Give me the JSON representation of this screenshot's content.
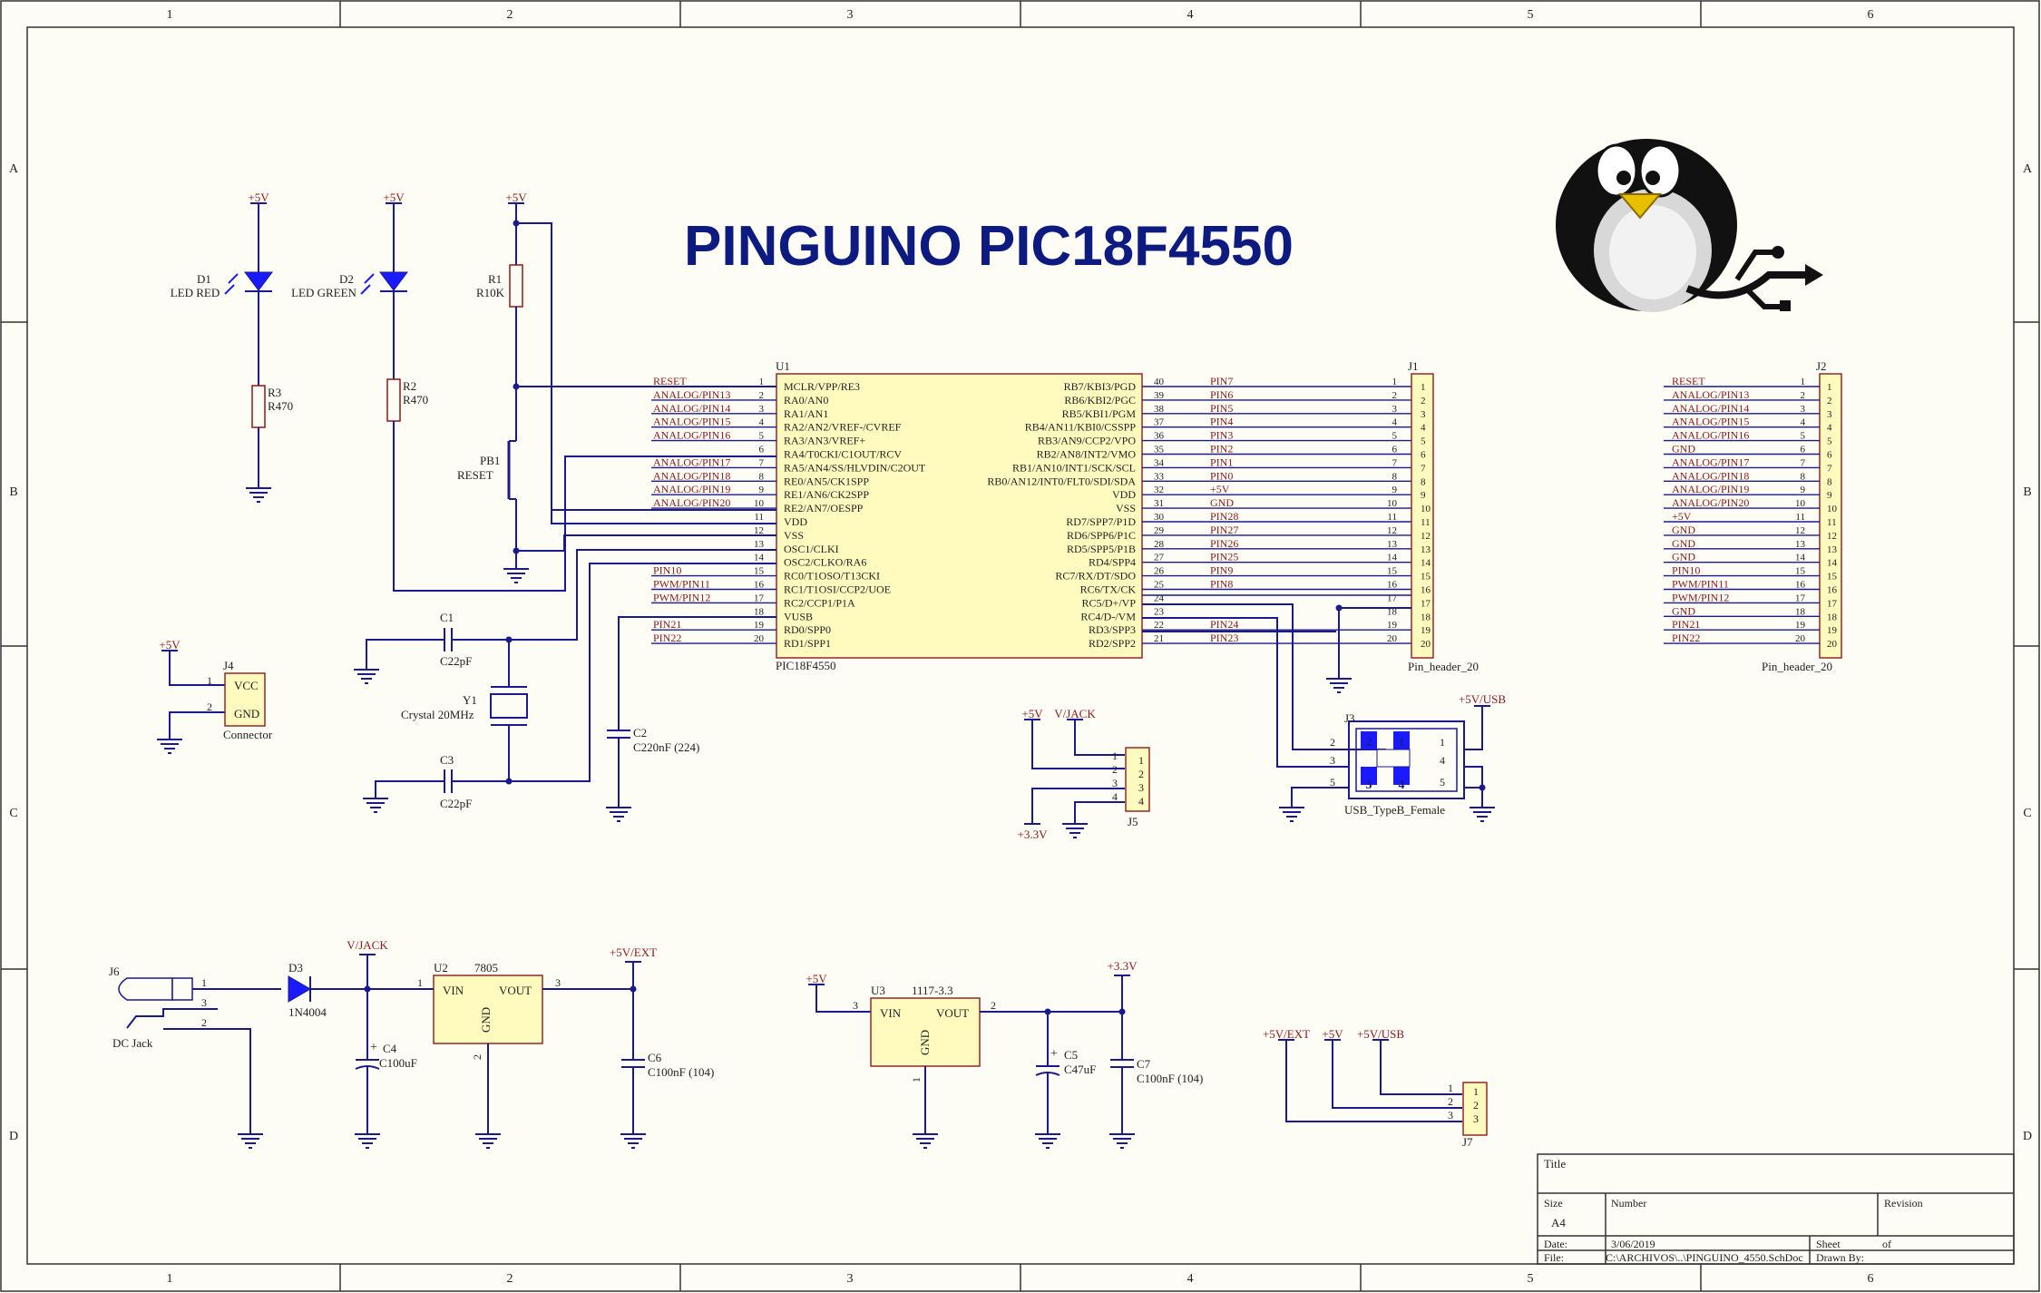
{
  "title": "PINGUINO PIC18F4550",
  "border": {
    "cols": [
      "1",
      "2",
      "3",
      "4",
      "5",
      "6"
    ],
    "rows": [
      "A",
      "B",
      "C",
      "D"
    ]
  },
  "u1": {
    "designator": "U1",
    "part": "PIC18F4550",
    "left_pins": [
      {
        "num": "1",
        "name": "MCLR/VPP/RE3",
        "net": "RESET"
      },
      {
        "num": "2",
        "name": "RA0/AN0",
        "net": "ANALOG/PIN13"
      },
      {
        "num": "3",
        "name": "RA1/AN1",
        "net": "ANALOG/PIN14"
      },
      {
        "num": "4",
        "name": "RA2/AN2/VREF-/CVREF",
        "net": "ANALOG/PIN15"
      },
      {
        "num": "5",
        "name": "RA3/AN3/VREF+",
        "net": "ANALOG/PIN16"
      },
      {
        "num": "6",
        "name": "RA4/T0CKI/C1OUT/RCV",
        "net": ""
      },
      {
        "num": "7",
        "name": "RA5/AN4/SS/HLVDIN/C2OUT",
        "net": "ANALOG/PIN17"
      },
      {
        "num": "8",
        "name": "RE0/AN5/CK1SPP",
        "net": "ANALOG/PIN18"
      },
      {
        "num": "9",
        "name": "RE1/AN6/CK2SPP",
        "net": "ANALOG/PIN19"
      },
      {
        "num": "10",
        "name": "RE2/AN7/OESPP",
        "net": "ANALOG/PIN20"
      },
      {
        "num": "11",
        "name": "VDD",
        "net": ""
      },
      {
        "num": "12",
        "name": "VSS",
        "net": ""
      },
      {
        "num": "13",
        "name": "OSC1/CLKI",
        "net": ""
      },
      {
        "num": "14",
        "name": "OSC2/CLKO/RA6",
        "net": ""
      },
      {
        "num": "15",
        "name": "RC0/T1OSO/T13CKI",
        "net": "PIN10"
      },
      {
        "num": "16",
        "name": "RC1/T1OSI/CCP2/UOE",
        "net": "PWM/PIN11"
      },
      {
        "num": "17",
        "name": "RC2/CCP1/P1A",
        "net": "PWM/PIN12"
      },
      {
        "num": "18",
        "name": "VUSB",
        "net": ""
      },
      {
        "num": "19",
        "name": "RD0/SPP0",
        "net": "PIN21"
      },
      {
        "num": "20",
        "name": "RD1/SPP1",
        "net": "PIN22"
      }
    ],
    "right_pins": [
      {
        "num": "40",
        "name": "RB7/KBI3/PGD",
        "net": "PIN7"
      },
      {
        "num": "39",
        "name": "RB6/KBI2/PGC",
        "net": "PIN6"
      },
      {
        "num": "38",
        "name": "RB5/KBI1/PGM",
        "net": "PIN5"
      },
      {
        "num": "37",
        "name": "RB4/AN11/KBI0/CSSPP",
        "net": "PIN4"
      },
      {
        "num": "36",
        "name": "RB3/AN9/CCP2/VPO",
        "net": "PIN3"
      },
      {
        "num": "35",
        "name": "RB2/AN8/INT2/VMO",
        "net": "PIN2"
      },
      {
        "num": "34",
        "name": "RB1/AN10/INT1/SCK/SCL",
        "net": "PIN1"
      },
      {
        "num": "33",
        "name": "RB0/AN12/INT0/FLT0/SDI/SDA",
        "net": "PIN0"
      },
      {
        "num": "32",
        "name": "VDD",
        "net": "+5V"
      },
      {
        "num": "31",
        "name": "VSS",
        "net": "GND"
      },
      {
        "num": "30",
        "name": "RD7/SPP7/P1D",
        "net": "PIN28"
      },
      {
        "num": "29",
        "name": "RD6/SPP6/P1C",
        "net": "PIN27"
      },
      {
        "num": "28",
        "name": "RD5/SPP5/P1B",
        "net": "PIN26"
      },
      {
        "num": "27",
        "name": "RD4/SPP4",
        "net": "PIN25"
      },
      {
        "num": "26",
        "name": "RC7/RX/DT/SDO",
        "net": "PIN9"
      },
      {
        "num": "25",
        "name": "RC6/TX/CK",
        "net": "PIN8"
      },
      {
        "num": "24",
        "name": "RC5/D+/VP",
        "net": ""
      },
      {
        "num": "23",
        "name": "RC4/D-/VM",
        "net": ""
      },
      {
        "num": "22",
        "name": "RD3/SPP3",
        "net": "PIN24"
      },
      {
        "num": "21",
        "name": "RD2/SPP2",
        "net": "PIN23"
      }
    ]
  },
  "j1": {
    "designator": "J1",
    "part": "Pin_header_20"
  },
  "j2": {
    "designator": "J2",
    "part": "Pin_header_20",
    "nets": [
      "RESET",
      "ANALOG/PIN13",
      "ANALOG/PIN14",
      "ANALOG/PIN15",
      "ANALOG/PIN16",
      "GND",
      "ANALOG/PIN17",
      "ANALOG/PIN18",
      "ANALOG/PIN19",
      "ANALOG/PIN20",
      "+5V",
      "GND",
      "GND",
      "GND",
      "PIN10",
      "PWM/PIN11",
      "PWM/PIN12",
      "GND",
      "PIN21",
      "PIN22"
    ]
  },
  "header_pins": [
    "1",
    "2",
    "3",
    "4",
    "5",
    "6",
    "7",
    "8",
    "9",
    "10",
    "11",
    "12",
    "13",
    "14",
    "15",
    "16",
    "17",
    "18",
    "19",
    "20"
  ],
  "leds": {
    "d1": {
      "designator": "D1",
      "value": "LED RED",
      "supply": "+5V"
    },
    "d2": {
      "designator": "D2",
      "value": "LED GREEN",
      "supply": "+5V"
    },
    "r3": {
      "designator": "R3",
      "value": "R470"
    },
    "r2": {
      "designator": "R2",
      "value": "R470"
    }
  },
  "reset": {
    "r1": {
      "designator": "R1",
      "value": "R10K",
      "supply": "+5V"
    },
    "pb1": {
      "designator": "PB1",
      "value": "RESET"
    }
  },
  "osc": {
    "c1": {
      "designator": "C1",
      "value": "C22pF"
    },
    "c3": {
      "designator": "C3",
      "value": "C22pF"
    },
    "y1": {
      "designator": "Y1",
      "value": "Crystal 20MHz"
    },
    "c2": {
      "designator": "C2",
      "value": "C220nF (224)"
    }
  },
  "j4": {
    "designator": "J4",
    "part": "Connector",
    "supply": "+5V",
    "pin1": "1",
    "pin2": "2",
    "label1": "VCC",
    "label2": "GND"
  },
  "j5": {
    "designator": "J5",
    "net_a": "+5V",
    "net_b": "V/JACK",
    "net_c": "+3.3V",
    "pins": [
      "1",
      "2",
      "3",
      "4"
    ]
  },
  "j3": {
    "designator": "J3",
    "part": "USB_TypeB_Female",
    "net": "+5V/USB",
    "pins": [
      "1",
      "2",
      "3",
      "4",
      "5",
      "5"
    ],
    "inner": [
      "2",
      "1",
      "3",
      "4"
    ]
  },
  "power": {
    "j6": {
      "designator": "J6",
      "part": "DC Jack",
      "pins": [
        "1",
        "3",
        "2"
      ]
    },
    "d3": {
      "designator": "D3",
      "part": "1N4004"
    },
    "vjack": "V/JACK",
    "u2": {
      "designator": "U2",
      "part": "7805",
      "vin": "VIN",
      "vout": "VOUT",
      "gnd": "GND",
      "p1": "1",
      "p2": "2",
      "p3": "3"
    },
    "c4": {
      "designator": "C4",
      "value": "C100uF"
    },
    "c6": {
      "designator": "C6",
      "value": "C100nF (104)"
    },
    "ext": "+5V/EXT",
    "u3": {
      "designator": "U3",
      "part": "1117-3.3",
      "vin": "VIN",
      "vout": "VOUT",
      "gnd": "GND",
      "p1": "1",
      "p2": "2",
      "p3": "3"
    },
    "v5": "+5V",
    "v33": "+3.3V",
    "c5": {
      "designator": "C5",
      "value": "C47uF"
    },
    "c7": {
      "designator": "C7",
      "value": "C100nF (104)"
    }
  },
  "j7": {
    "designator": "J7",
    "nets": [
      "+5V/EXT",
      "+5V",
      "+5V/USB"
    ],
    "pins": [
      "1",
      "2",
      "3"
    ]
  },
  "title_block": {
    "title": "Title",
    "size": "Size",
    "size_val": "A4",
    "number": "Number",
    "revision": "Revision",
    "date": "Date:",
    "date_val": "3/06/2019",
    "sheet": "Sheet",
    "of": "of",
    "file": "File:",
    "file_val": "C:\\ARCHIVOS\\..\\PINGUINO_4550.SchDoc",
    "drawn": "Drawn By:"
  },
  "colors": {
    "wire": "#1a1a8c",
    "net_label": "#8b1a1a",
    "ic_fill": "#fffbbf",
    "title": "#0d1a80"
  }
}
